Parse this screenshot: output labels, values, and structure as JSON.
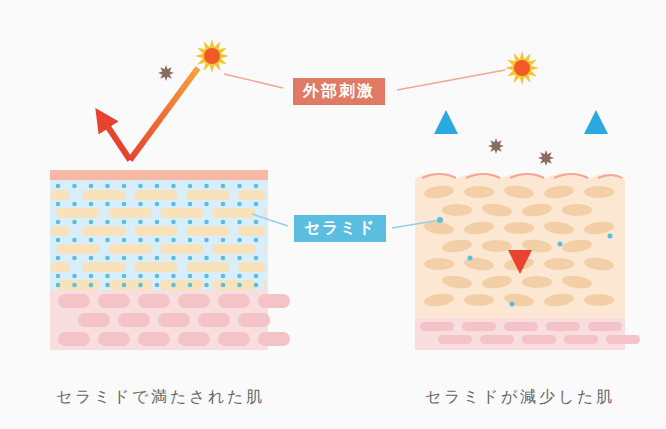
{
  "diagram": {
    "nodes": [
      {
        "text": [
          "外部刺激"
        ]
      },
      {
        "text": [
          "セラミド"
        ]
      }
    ],
    "labels": [
      "セラミドで満たされた肌",
      "セラミドが減少した肌"
    ]
  }
}
